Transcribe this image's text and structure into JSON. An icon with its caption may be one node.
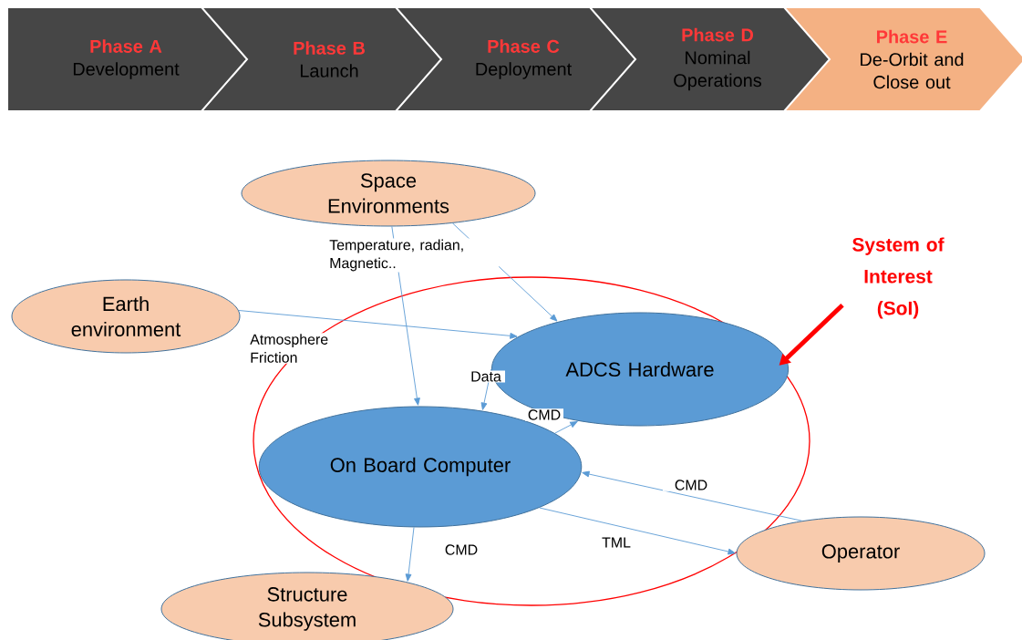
{
  "diagram": {
    "nodes": [
      {
        "text": [
          "Phase A",
          "Development"
        ]
      },
      {
        "text": [
          "Phase B",
          "Launch"
        ]
      },
      {
        "text": [
          "Phase C",
          "Deployment"
        ]
      },
      {
        "text": [
          "Phase D",
          "Nominal Operations"
        ]
      },
      {
        "text": [
          "Phase E",
          "De-Orbit and Close out"
        ]
      },
      {
        "text": [
          "Space Environments"
        ]
      },
      {
        "text": [
          "Earth environment"
        ]
      },
      {
        "text": [
          "System of Interest (SoI)"
        ]
      },
      {
        "text": [],
        "shape": "ellipse"
      },
      {
        "text": [
          "ADCS Hardware"
        ],
        "in": 8
      },
      {
        "text": [
          "On Board Computer"
        ],
        "in": 8
      },
      {
        "text": [
          "Operator"
        ]
      },
      {
        "text": [
          "Structure Subsystem"
        ]
      }
    ],
    "edges": [
      {
        "from": 5,
        "to": 10,
        "arrow": "to",
        "label": "Temperature, radian, Magnetic.."
      },
      {
        "from": 5,
        "to": 9,
        "arrow": "to"
      },
      {
        "from": 6,
        "to": 9,
        "arrow": "to",
        "label": "Atmosphere Friction"
      },
      {
        "from": 9,
        "to": 10,
        "arrow": "to",
        "label": "Data"
      },
      {
        "from": 10,
        "to": 9,
        "arrow": "to",
        "label": "CMD"
      },
      {
        "from": 11,
        "to": 10,
        "arrow": "to",
        "label": "CMD"
      },
      {
        "from": 10,
        "to": 11,
        "arrow": "to",
        "label": "TML"
      },
      {
        "from": 10,
        "to": 12,
        "arrow": "to",
        "label": "CMD"
      },
      {
        "from": 7,
        "to": 8,
        "arrow": "to",
        "style": "thick",
        "color": "#ff0000"
      }
    ]
  }
}
